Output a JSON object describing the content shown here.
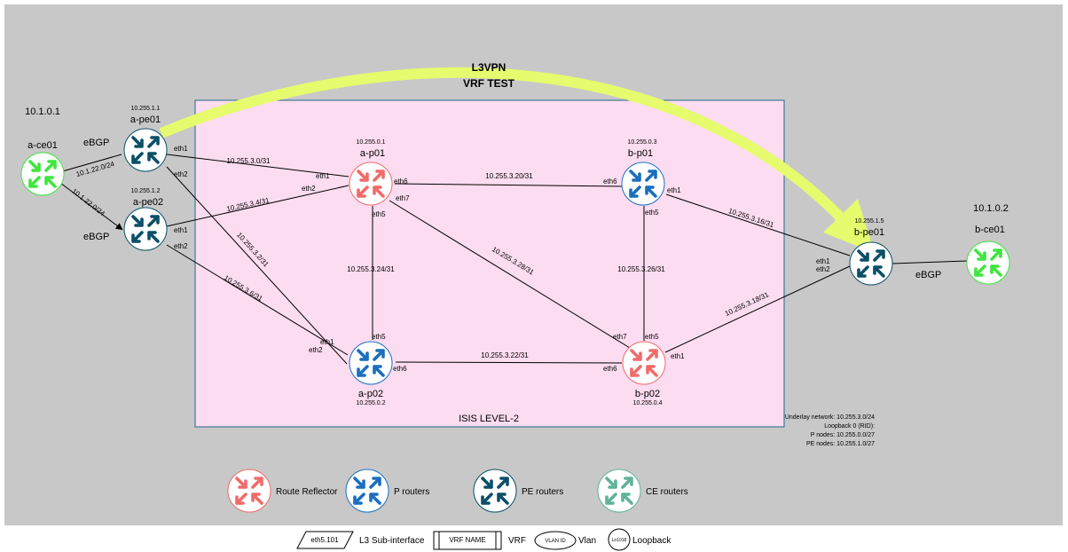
{
  "diagram": {
    "banner_title": "L3VPN",
    "banner_subtitle": "VRF TEST",
    "isis_area_label": "ISIS LEVEL-2",
    "underlay_notes": [
      "Underlay network: 10.255.3.0/24",
      "Loopback 0 (RID):",
      "P nodes: 10.255.0.0/27",
      "PE nodes: 10.255.1.0/27"
    ],
    "colors": {
      "background": "#c8c8c8",
      "isis_area_fill": "#fcdcf0",
      "isis_area_border": "#1b6a8a",
      "vpn_arrow": "#e6fb6e",
      "rr_icon": "#f26a6a",
      "p_icon": "#1a6fbd",
      "pe_icon": "#0b4f68",
      "ce_icon_active": "#3ee63e",
      "ce_icon_legend": "#5fb39a"
    },
    "nodes": {
      "a_ce01": {
        "name": "a-ce01",
        "addr": "10.1.0.1",
        "role": "ce",
        "icon": "router-icon"
      },
      "b_ce01": {
        "name": "b-ce01",
        "addr": "10.1.0.2",
        "role": "ce",
        "icon": "router-icon"
      },
      "a_pe01": {
        "name": "a-pe01",
        "addr": "10.255.1.1",
        "role": "pe",
        "icon": "router-icon"
      },
      "a_pe02": {
        "name": "a-pe02",
        "addr": "10.255.1.2",
        "role": "pe",
        "icon": "router-icon"
      },
      "b_pe01": {
        "name": "b-pe01",
        "addr": "10.255.1.5",
        "role": "pe",
        "icon": "router-icon"
      },
      "a_p01": {
        "name": "a-p01",
        "addr": "10.255.0.1",
        "role": "rr",
        "icon": "router-icon"
      },
      "b_p01": {
        "name": "b-p01",
        "addr": "10.255.0.3",
        "role": "p",
        "icon": "router-icon"
      },
      "a_p02": {
        "name": "a-p02",
        "addr": "10.255.0.2",
        "role": "p",
        "icon": "router-icon"
      },
      "b_p02": {
        "name": "b-p02",
        "addr": "10.255.0.4",
        "role": "rr",
        "icon": "router-icon"
      }
    },
    "links": {
      "ce_a_pe01_subnet": "10.1.22.0/24",
      "ce_a_pe02_subnet": "10.1.22.0/24",
      "ebgp_a_pe01": "eBGP",
      "ebgp_a_pe02": "eBGP",
      "ebgp_b": "eBGP",
      "pe01_p01": "10.255.3.0/31",
      "pe02_p01": "10.255.3.4/31",
      "pe01_p02": "10.255.3.2/31",
      "pe02_p02": "10.255.3.6/31",
      "p01_b_p01": "10.255.3.20/31",
      "p01_p02": "10.255.3.24/31",
      "p01_b_p02": "10.255.3.28/31",
      "b_p01_b_p02": "10.255.3.26/31",
      "a_p02_b_p02": "10.255.3.22/31",
      "b_p01_b_pe01": "10.255.3.16/31",
      "b_p02_b_pe01": "10.255.3.18/31"
    },
    "interfaces": {
      "eth1": "eth1",
      "eth2": "eth2",
      "eth5": "eth5",
      "eth6": "eth6",
      "eth7": "eth7"
    }
  },
  "legend": {
    "rr": "Route Reflector",
    "p": "P routers",
    "pe": "PE routers",
    "ce": "CE routers",
    "subif_shape_text": "eth5.101",
    "subif_label": "L3 Sub-interface",
    "vrf_shape_text": "VRF NAME",
    "vrf_label": "VRF",
    "vlan_shape_text": "VLAN ID",
    "vlan_label": "Vlan",
    "loopback_shape_text": "Lo1018",
    "loopback_label": "Loopback"
  }
}
